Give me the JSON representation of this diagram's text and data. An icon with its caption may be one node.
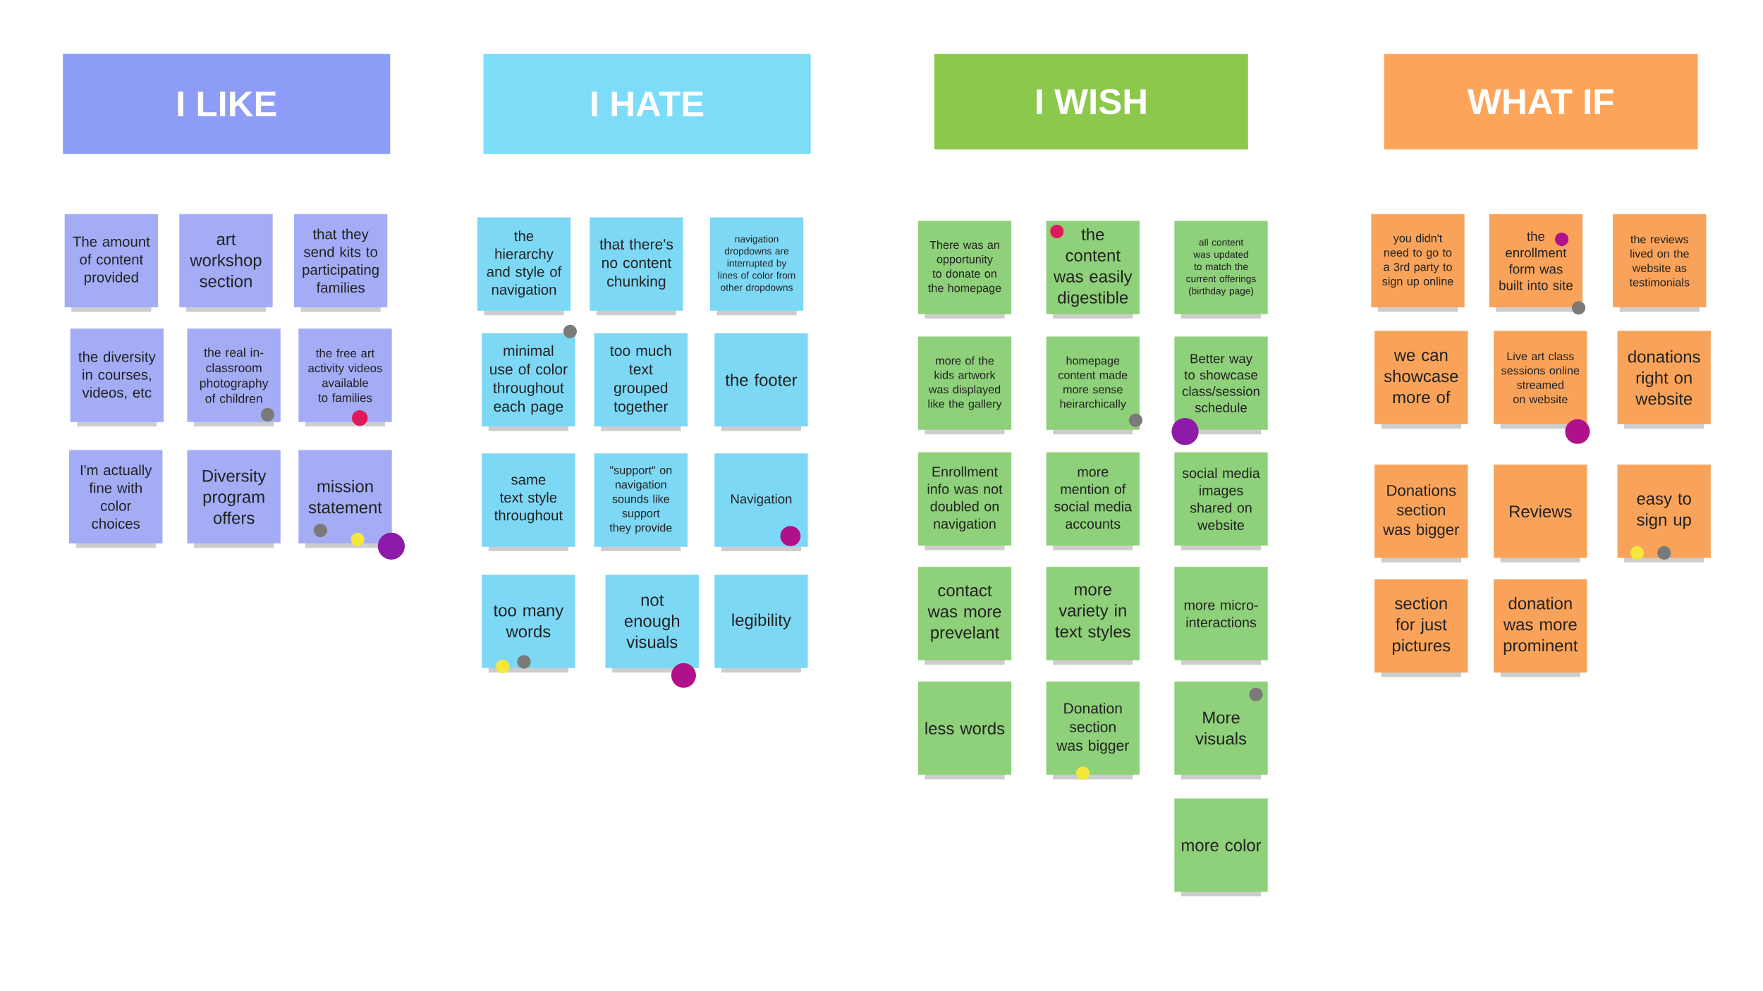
{
  "diagram": {
    "nodes": [
      {
        "text": [
          "I LIKE"
        ]
      },
      {
        "text": [
          "The amount of content provided"
        ]
      },
      {
        "text": [
          "art workshop section"
        ]
      },
      {
        "text": [
          "that they send kits to participating families"
        ]
      },
      {
        "text": [
          "the diversity in courses, videos, etc"
        ]
      },
      {
        "text": [
          "the real in-classroom photography of children"
        ]
      },
      {
        "text": [
          "the free art activity videos available to families"
        ]
      },
      {
        "text": [
          "I'm actually fine with color choices"
        ]
      },
      {
        "text": [
          "Diversity program offers"
        ]
      },
      {
        "text": [
          "mission statement"
        ]
      },
      {
        "text": [
          "I HATE"
        ]
      },
      {
        "text": [
          "the hierarchy and style of navigation"
        ]
      },
      {
        "text": [
          "that there's no content chunking"
        ]
      },
      {
        "text": [
          "navigation dropdowns are interrupted by lines of color from other dropdowns"
        ]
      },
      {
        "text": [
          "minimal use of color throughout each page"
        ]
      },
      {
        "text": [
          "too much text grouped together"
        ]
      },
      {
        "text": [
          "the footer"
        ]
      },
      {
        "text": [
          "same text style throughout"
        ]
      },
      {
        "text": [
          "\"support\" on navigation sounds like support they provide"
        ]
      },
      {
        "text": [
          "Navigation"
        ]
      },
      {
        "text": [
          "too many words"
        ]
      },
      {
        "text": [
          "not enough visuals"
        ]
      },
      {
        "text": [
          "legibility"
        ]
      },
      {
        "text": [
          "I WISH"
        ]
      },
      {
        "text": [
          "There was an opportunity to donate on the homepage"
        ]
      },
      {
        "text": [
          "the content was easily digestible"
        ]
      },
      {
        "text": [
          "all content was updated to match the current offerings (birthday page)"
        ]
      },
      {
        "text": [
          "more of the kids artwork was displayed like the gallery"
        ]
      },
      {
        "text": [
          "homepage content made more sense heirarchically"
        ]
      },
      {
        "text": [
          "Better way to showcase class/session schedule"
        ]
      },
      {
        "text": [
          "Enrollment info was not doubled on navigation"
        ]
      },
      {
        "text": [
          "more mention of social media accounts"
        ]
      },
      {
        "text": [
          "social media images shared on website"
        ]
      },
      {
        "text": [
          "contact was more prevelant"
        ]
      },
      {
        "text": [
          "more variety in text styles"
        ]
      },
      {
        "text": [
          "more micro-interactions"
        ]
      },
      {
        "text": [
          "less words"
        ]
      },
      {
        "text": [
          "Donation section was bigger"
        ]
      },
      {
        "text": [
          "More visuals"
        ]
      },
      {
        "text": [
          "more color"
        ]
      },
      {
        "text": [
          "WHAT IF"
        ]
      },
      {
        "text": [
          "you didn't need to go to a 3rd party to sign up online"
        ]
      },
      {
        "text": [
          "the enrollment form was built into site"
        ]
      },
      {
        "text": [
          "the reviews lived on the website as testimonials"
        ]
      },
      {
        "text": [
          "we can showcase more of"
        ]
      },
      {
        "text": [
          "Live art class sessions online streamed on website"
        ]
      },
      {
        "text": [
          "donations right on website"
        ]
      },
      {
        "text": [
          "Donations section was bigger"
        ]
      },
      {
        "text": [
          "Reviews"
        ]
      },
      {
        "text": [
          "easy to sign up"
        ]
      },
      {
        "text": [
          "section for just pictures"
        ]
      },
      {
        "text": [
          "donation was more prominent"
        ]
      }
    ]
  }
}
